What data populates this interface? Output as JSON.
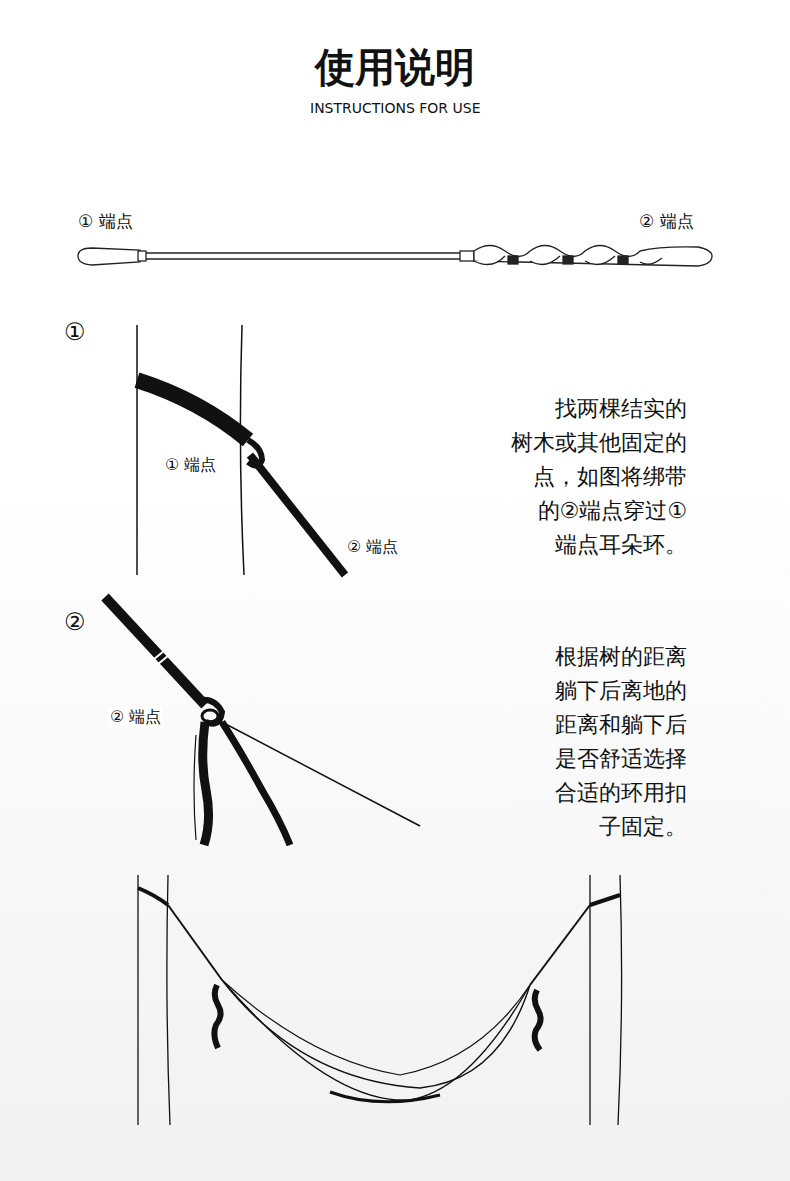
{
  "diagram": {
    "title": "使用说明",
    "labels": [
      "INSTRUCTIONS FOR USE",
      "① 端点",
      "② 端点",
      "①",
      "① 端点",
      "② 端点",
      "找两棵结实的 树木或其他固定的 点，如图将绑带 的②端点穿过① 端点耳朵环。",
      "②",
      "② 端点",
      "根据树的距离 躺下后离地的 距离和躺下后 是否舒适选择 合适的环用扣 子固定。"
    ]
  }
}
